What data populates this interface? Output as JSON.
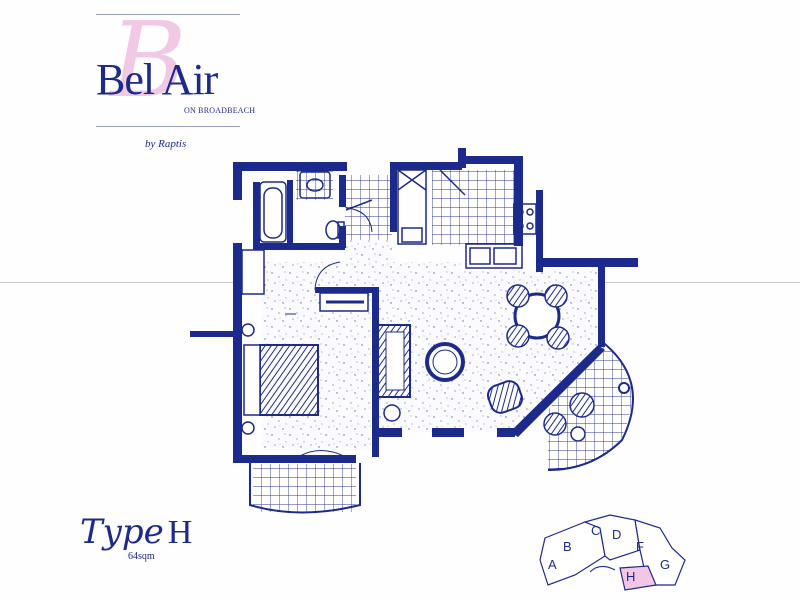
{
  "brand": {
    "name": "Bel Air",
    "monogram": "B",
    "subtitle": "ON BROADBEACH",
    "byline": "by Raptis"
  },
  "unit": {
    "type_prefix": "Type",
    "type_letter": "H",
    "area": "64sqm"
  },
  "key_plan": {
    "labels": [
      "A",
      "B",
      "C",
      "D",
      "F",
      "G",
      "H"
    ],
    "highlighted": "H"
  },
  "colors": {
    "ink": "#1c2a8c",
    "monogram_pink": "#f1c9e4",
    "highlight_pink": "#f3c6e6"
  }
}
